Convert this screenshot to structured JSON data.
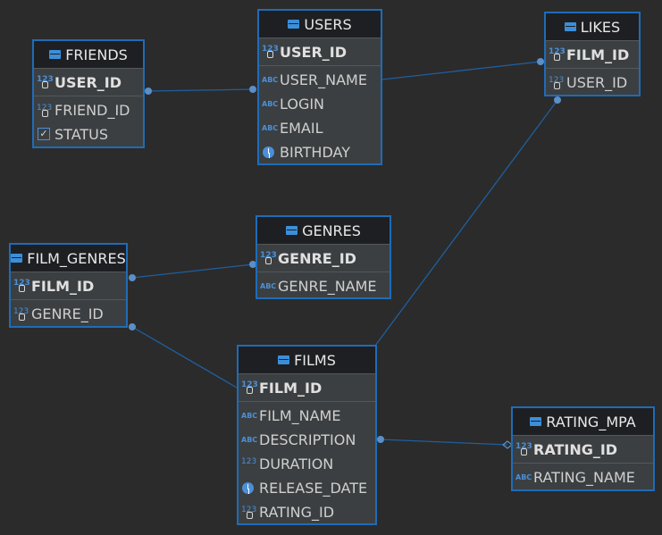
{
  "entities": {
    "friends": {
      "title": "FRIENDS",
      "pk": "USER_ID",
      "attrs": [
        "FRIEND_ID",
        "STATUS"
      ]
    },
    "users": {
      "title": "USERS",
      "pk": "USER_ID",
      "attrs": [
        "USER_NAME",
        "LOGIN",
        "EMAIL",
        "BIRTHDAY"
      ]
    },
    "likes": {
      "title": "LIKES",
      "pk": "FILM_ID",
      "attrs": [
        "USER_ID"
      ]
    },
    "genres": {
      "title": "GENRES",
      "pk": "GENRE_ID",
      "attrs": [
        "GENRE_NAME"
      ]
    },
    "film_genres": {
      "title": "FILM_GENRES",
      "pk": "FILM_ID",
      "attrs": [
        "GENRE_ID"
      ]
    },
    "films": {
      "title": "FILMS",
      "pk": "FILM_ID",
      "attrs": [
        "FILM_NAME",
        "DESCRIPTION",
        "DURATION",
        "RELEASE_DATE",
        "RATING_ID"
      ]
    },
    "rating_mpa": {
      "title": "RATING_MPA",
      "pk": "RATING_ID",
      "attrs": [
        "RATING_NAME"
      ]
    }
  },
  "colors": {
    "background": "#2b2b2b",
    "border": "#1e6cb8",
    "link": "#1f5f9e"
  }
}
